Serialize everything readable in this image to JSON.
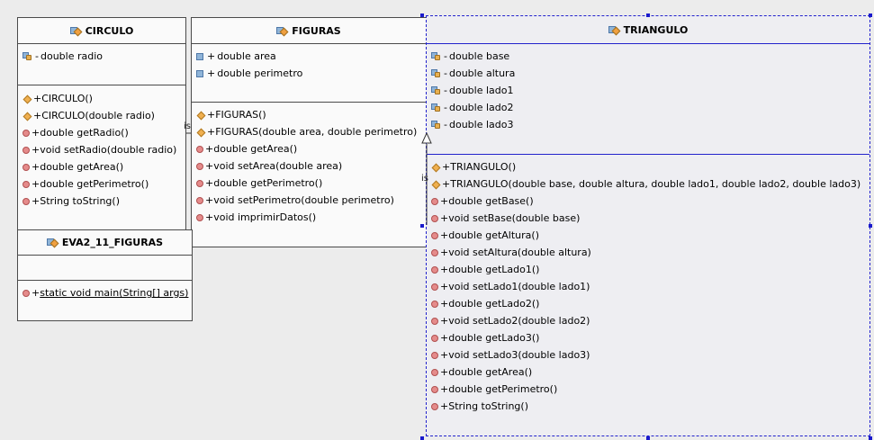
{
  "classes": {
    "circulo": {
      "name": "CIRCULO",
      "attributes": [
        {
          "vis": "-",
          "text": "double radio"
        }
      ],
      "methods": [
        {
          "vis": "+",
          "text": "CIRCULO()"
        },
        {
          "vis": "+",
          "text": "CIRCULO(double radio)"
        },
        {
          "vis": "+",
          "text": "double getRadio()"
        },
        {
          "vis": "+",
          "text": "void setRadio(double radio)"
        },
        {
          "vis": "+",
          "text": "double getArea()"
        },
        {
          "vis": "+",
          "text": "double getPerimetro()"
        },
        {
          "vis": "+",
          "text": "String toString()"
        }
      ]
    },
    "figuras": {
      "name": "FIGURAS",
      "attributes": [
        {
          "vis": "+",
          "text": "double area"
        },
        {
          "vis": "+",
          "text": "double perimetro"
        }
      ],
      "methods": [
        {
          "vis": "+",
          "text": "FIGURAS()"
        },
        {
          "vis": "+",
          "text": "FIGURAS(double area, double perimetro)"
        },
        {
          "vis": "+",
          "text": "double getArea()"
        },
        {
          "vis": "+",
          "text": "void setArea(double area)"
        },
        {
          "vis": "+",
          "text": "double getPerimetro()"
        },
        {
          "vis": "+",
          "text": "void setPerimetro(double perimetro)"
        },
        {
          "vis": "+",
          "text": "void imprimirDatos()"
        }
      ]
    },
    "triangulo": {
      "name": "TRIANGULO",
      "attributes": [
        {
          "vis": "-",
          "text": "double base"
        },
        {
          "vis": "-",
          "text": "double altura"
        },
        {
          "vis": "-",
          "text": "double lado1"
        },
        {
          "vis": "-",
          "text": "double lado2"
        },
        {
          "vis": "-",
          "text": "double lado3"
        }
      ],
      "methods": [
        {
          "vis": "+",
          "text": "TRIANGULO()"
        },
        {
          "vis": "+",
          "text": "TRIANGULO(double base, double altura, double lado1, double lado2, double lado3)"
        },
        {
          "vis": "+",
          "text": "double getBase()"
        },
        {
          "vis": "+",
          "text": "void setBase(double base)"
        },
        {
          "vis": "+",
          "text": "double getAltura()"
        },
        {
          "vis": "+",
          "text": "void setAltura(double altura)"
        },
        {
          "vis": "+",
          "text": "double getLado1()"
        },
        {
          "vis": "+",
          "text": "void setLado1(double lado1)"
        },
        {
          "vis": "+",
          "text": "double getLado2()"
        },
        {
          "vis": "+",
          "text": "void setLado2(double lado2)"
        },
        {
          "vis": "+",
          "text": "double getLado3()"
        },
        {
          "vis": "+",
          "text": "void setLado3(double lado3)"
        },
        {
          "vis": "+",
          "text": "double getArea()"
        },
        {
          "vis": "+",
          "text": "double getPerimetro()"
        },
        {
          "vis": "+",
          "text": "String toString()"
        }
      ]
    },
    "main": {
      "name": "EVA2_11_FIGURAS",
      "methods": [
        {
          "vis": "+",
          "text": "static void main(String[] args)"
        }
      ]
    }
  },
  "relations": {
    "circulo_label": "is",
    "triangulo_label": "is"
  },
  "colors": {
    "selection": "#2222cc",
    "border": "#4a4a4a"
  }
}
